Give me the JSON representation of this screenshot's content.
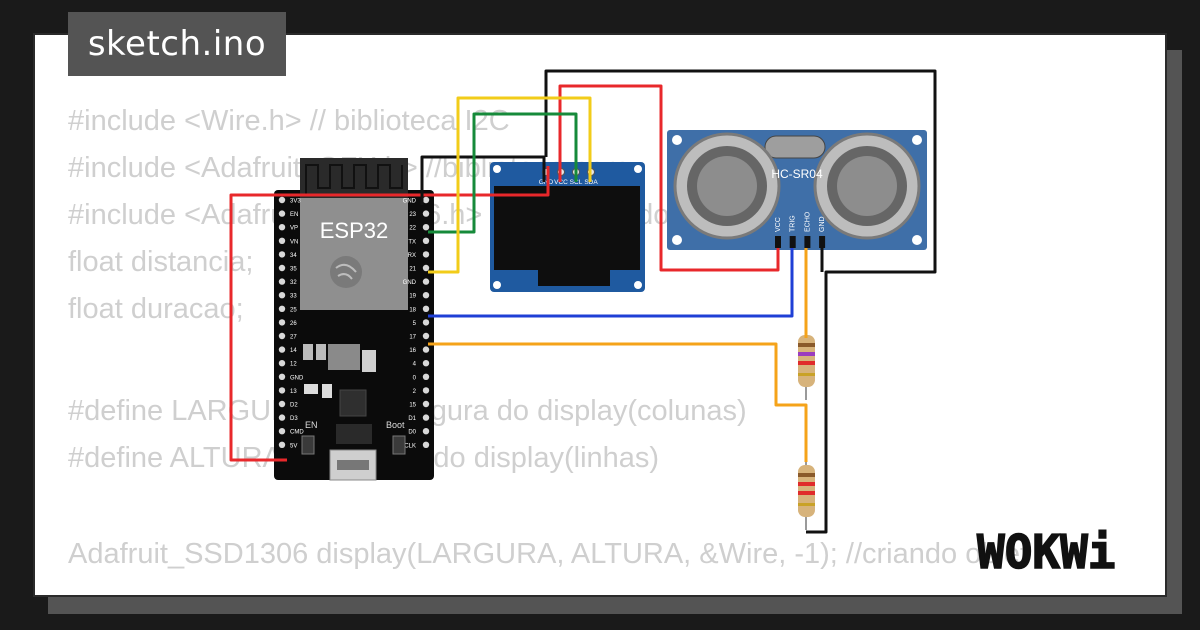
{
  "title": "sketch.ino",
  "code_lines": [
    "#include <Wire.h> // biblioteca I2C",
    "#include <Adafruit_GFX.h> //biblioteca para",
    "#include <Adafruit_SSD1306.h> //biblioteca do display",
    "float distancia;",
    "float duracao;",
    "",
    "#define LARGURA 128 // largura do display(colunas)",
    "#define ALTURA 64 // altura do display(linhas)",
    "",
    "Adafruit_SSD1306 display(LARGURA, ALTURA, &Wire, -1); //criando objet"
  ],
  "esp32": {
    "label": "ESP32",
    "left_pins": [
      "3V3",
      "EN",
      "VP",
      "VN",
      "34",
      "35",
      "32",
      "33",
      "25",
      "26",
      "27",
      "14",
      "12",
      "GND",
      "13",
      "D2",
      "D3",
      "CMD",
      "5V"
    ],
    "right_pins": [
      "GND",
      "23",
      "22",
      "TX",
      "RX",
      "21",
      "GND",
      "19",
      "18",
      "5",
      "17",
      "16",
      "4",
      "0",
      "2",
      "15",
      "D1",
      "D0",
      "CLK"
    ],
    "en_label": "EN",
    "boot_label": "Boot"
  },
  "oled": {
    "pins": [
      "GND",
      "VCC",
      "SCL",
      "SDA"
    ]
  },
  "sensor": {
    "label": "HC-SR04",
    "pins": [
      "VCC",
      "TRIG",
      "ECHO",
      "GND"
    ]
  },
  "brand": "WOKWi",
  "colors": {
    "background": "#1a1a1a",
    "card": "#ffffff",
    "shadow": "#545454",
    "code_text": "#cfcfcf",
    "wire_red": "#e8282b",
    "wire_black": "#111111",
    "wire_green": "#168a3a",
    "wire_yellow": "#f2cc1a",
    "wire_blue": "#1f3fd6",
    "wire_orange": "#f5a31a",
    "sensor_body": "#3f6fa8",
    "oled_body": "#1f5aa0"
  }
}
